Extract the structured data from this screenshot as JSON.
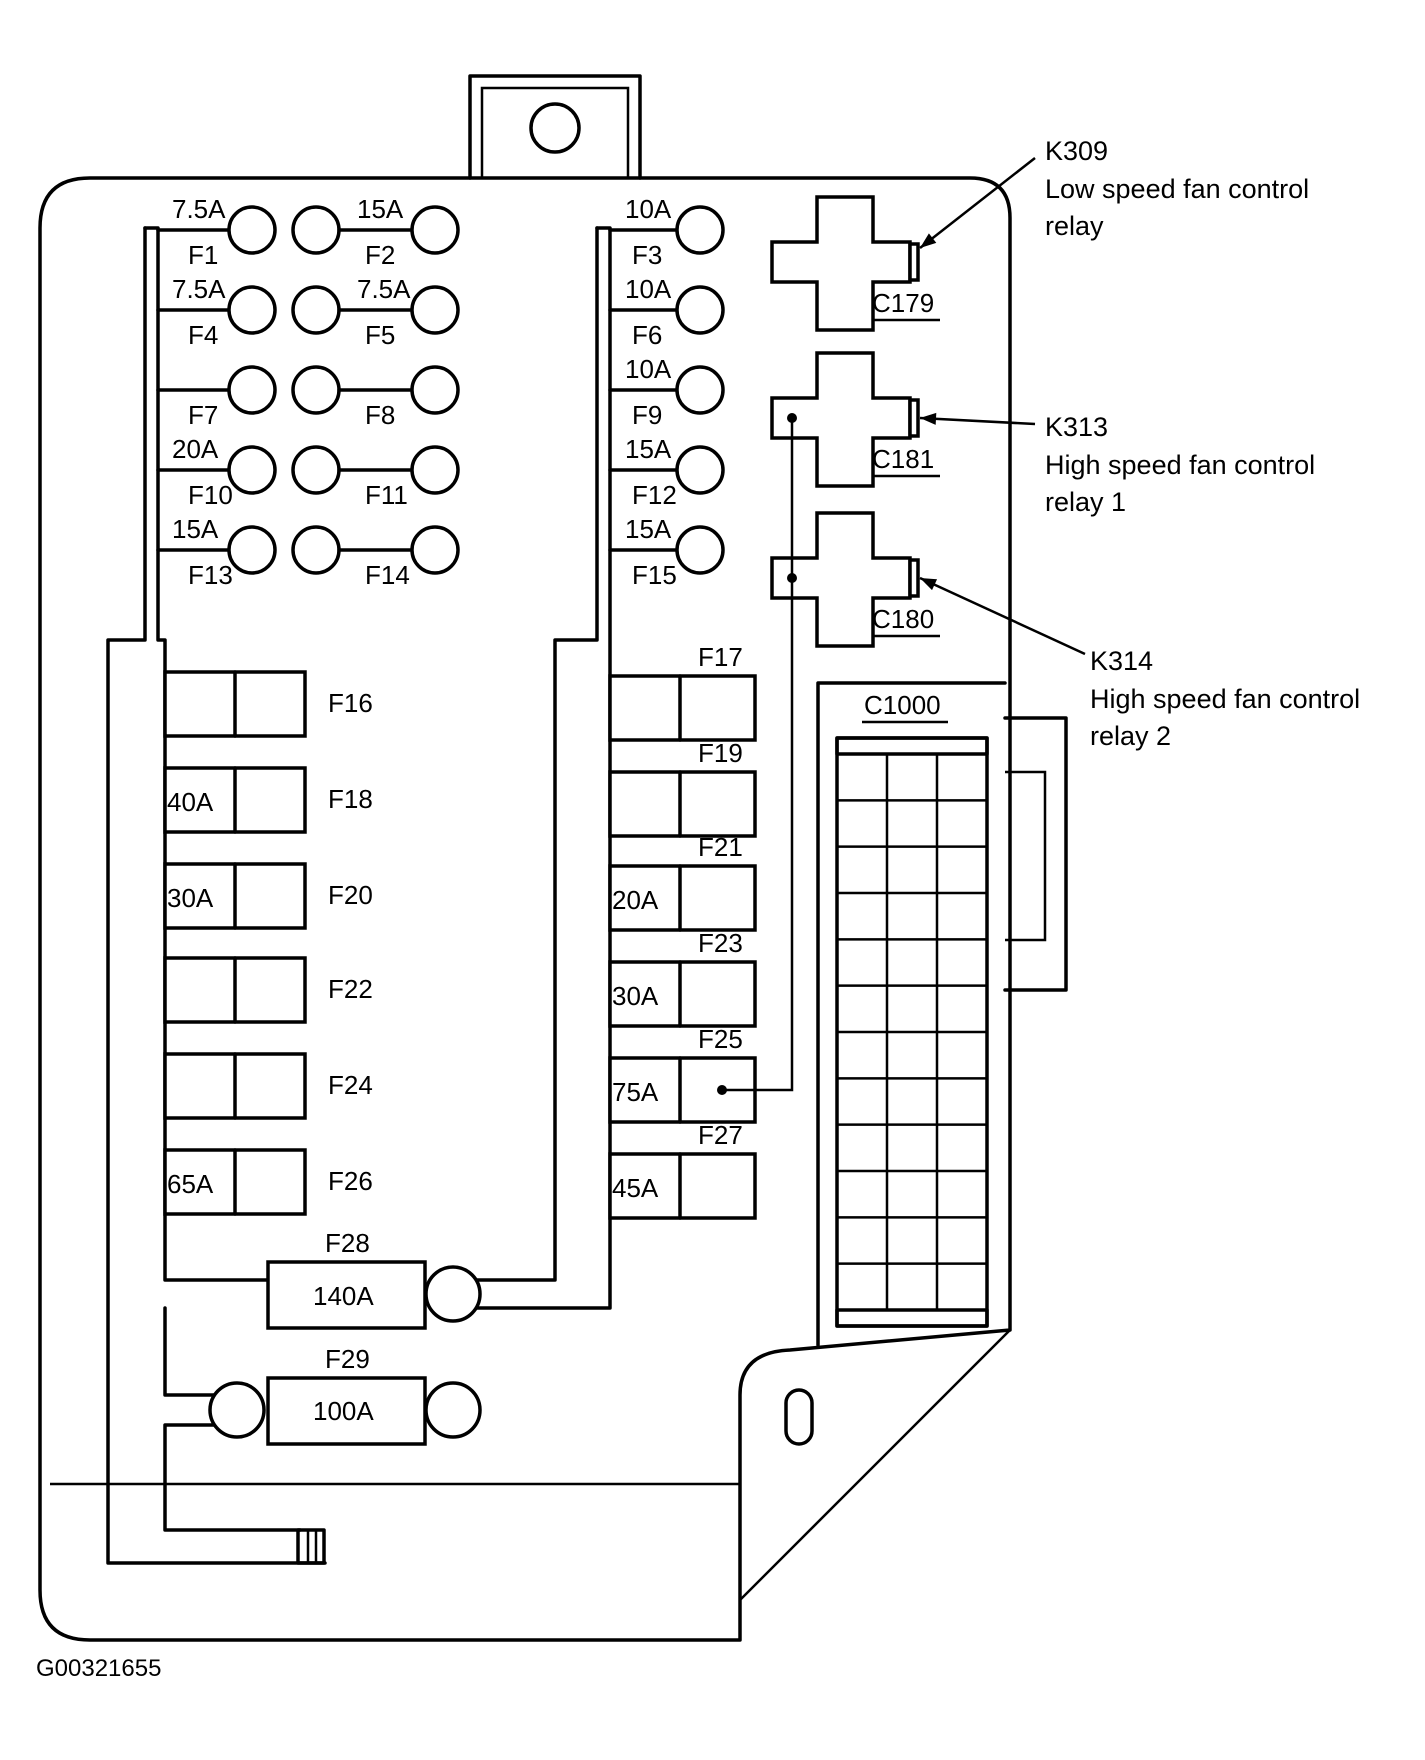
{
  "figure_id": "G00321655",
  "fuses_small": {
    "F1": {
      "name": "F1",
      "amp": "7.5A"
    },
    "F2": {
      "name": "F2",
      "amp": "15A"
    },
    "F3": {
      "name": "F3",
      "amp": "10A"
    },
    "F4": {
      "name": "F4",
      "amp": "7.5A"
    },
    "F5": {
      "name": "F5",
      "amp": "7.5A"
    },
    "F6": {
      "name": "F6",
      "amp": "10A"
    },
    "F7": {
      "name": "F7",
      "amp": ""
    },
    "F8": {
      "name": "F8",
      "amp": ""
    },
    "F9": {
      "name": "F9",
      "amp": "10A"
    },
    "F10": {
      "name": "F10",
      "amp": "20A"
    },
    "F11": {
      "name": "F11",
      "amp": ""
    },
    "F12": {
      "name": "F12",
      "amp": "15A"
    },
    "F13": {
      "name": "F13",
      "amp": "15A"
    },
    "F14": {
      "name": "F14",
      "amp": ""
    },
    "F15": {
      "name": "F15",
      "amp": "15A"
    }
  },
  "fuses_cartridge": {
    "F16": {
      "name": "F16",
      "amp": ""
    },
    "F17": {
      "name": "F17",
      "amp": ""
    },
    "F18": {
      "name": "F18",
      "amp": "40A"
    },
    "F19": {
      "name": "F19",
      "amp": ""
    },
    "F20": {
      "name": "F20",
      "amp": "30A"
    },
    "F21": {
      "name": "F21",
      "amp": "20A"
    },
    "F22": {
      "name": "F22",
      "amp": ""
    },
    "F23": {
      "name": "F23",
      "amp": "30A"
    },
    "F24": {
      "name": "F24",
      "amp": ""
    },
    "F25": {
      "name": "F25",
      "amp": "75A"
    },
    "F26": {
      "name": "F26",
      "amp": "65A"
    },
    "F27": {
      "name": "F27",
      "amp": "45A"
    }
  },
  "fuses_mega": {
    "F28": {
      "name": "F28",
      "amp": "140A"
    },
    "F29": {
      "name": "F29",
      "amp": "100A"
    }
  },
  "relays": {
    "C179": {
      "connector": "C179",
      "id": "K309",
      "desc_line1": "Low speed fan control",
      "desc_line2": "relay"
    },
    "C181": {
      "connector": "C181",
      "id": "K313",
      "desc_line1": "High speed fan control",
      "desc_line2": "relay 1"
    },
    "C180": {
      "connector": "C180",
      "id": "K314",
      "desc_line1": "High speed fan control",
      "desc_line2": "relay 2"
    }
  },
  "connector_main": {
    "name": "C1000"
  }
}
